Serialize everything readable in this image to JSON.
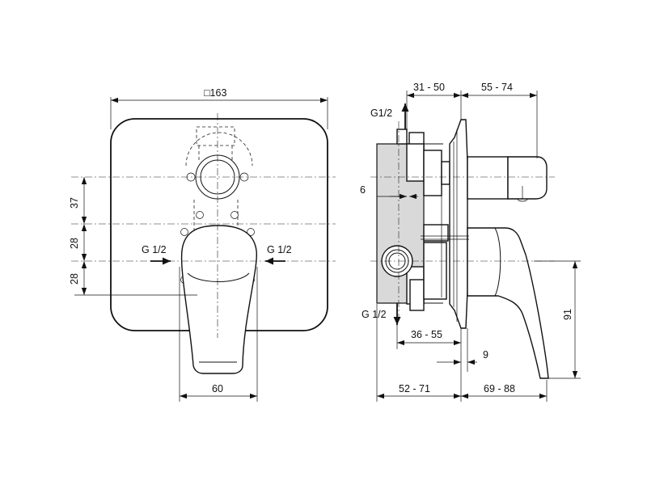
{
  "front_view": {
    "width_label": "□163",
    "height_37": "37",
    "height_28_top": "28",
    "height_28_bottom": "28",
    "inlet_left": "G 1/2",
    "inlet_right": "G 1/2",
    "lever_width": "60"
  },
  "side_view": {
    "top_outlet": "G1/2",
    "top_dim_1": "31 - 50",
    "top_dim_2": "55 - 74",
    "dim_6": "6",
    "bottom_outlet": "G 1/2",
    "dim_36_55": "36 - 55",
    "dim_9": "9",
    "dim_91": "91",
    "bottom_dim_1": "52 - 71",
    "bottom_dim_2": "69 - 88"
  }
}
